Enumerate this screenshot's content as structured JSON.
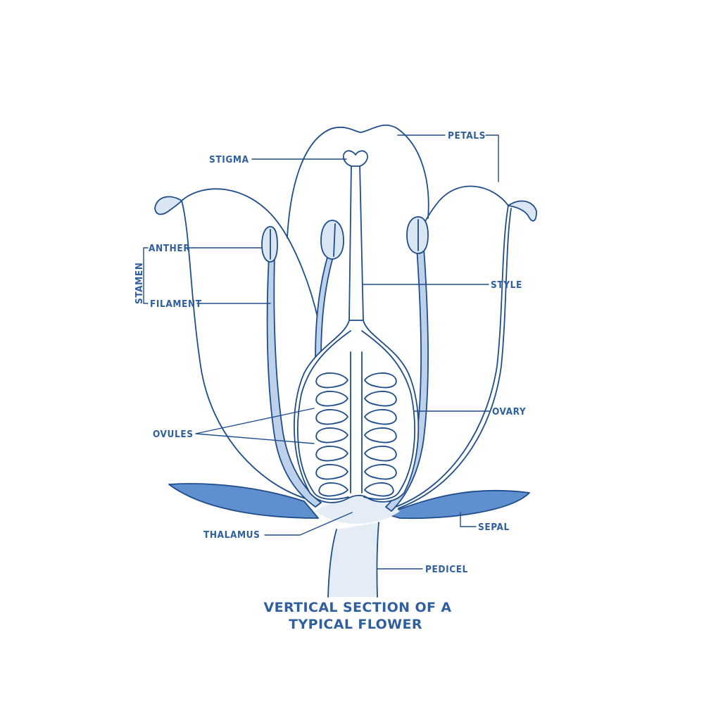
{
  "colors": {
    "ink": "#2f5f9e",
    "line": "#1f4d8c",
    "fill_light": "#dbe6f4",
    "fill_medium": "#bed1ea",
    "fill_sepal": "#5f8fcf",
    "stalk": "#e4ecf6"
  },
  "labels": {
    "petals": "PETALS",
    "stigma": "STIGMA",
    "anther": "ANTHER",
    "stamen": "STAMEN",
    "filament": "FILAMENT",
    "style": "STYLE",
    "ovary": "OVARY",
    "ovules": "OVULES",
    "thalamus": "THALAMUS",
    "sepal": "SEPAL",
    "pedicel": "PEDICEL"
  },
  "title": {
    "line1": "VERTICAL SECTION OF A",
    "line2": "TYPICAL FLOWER"
  }
}
